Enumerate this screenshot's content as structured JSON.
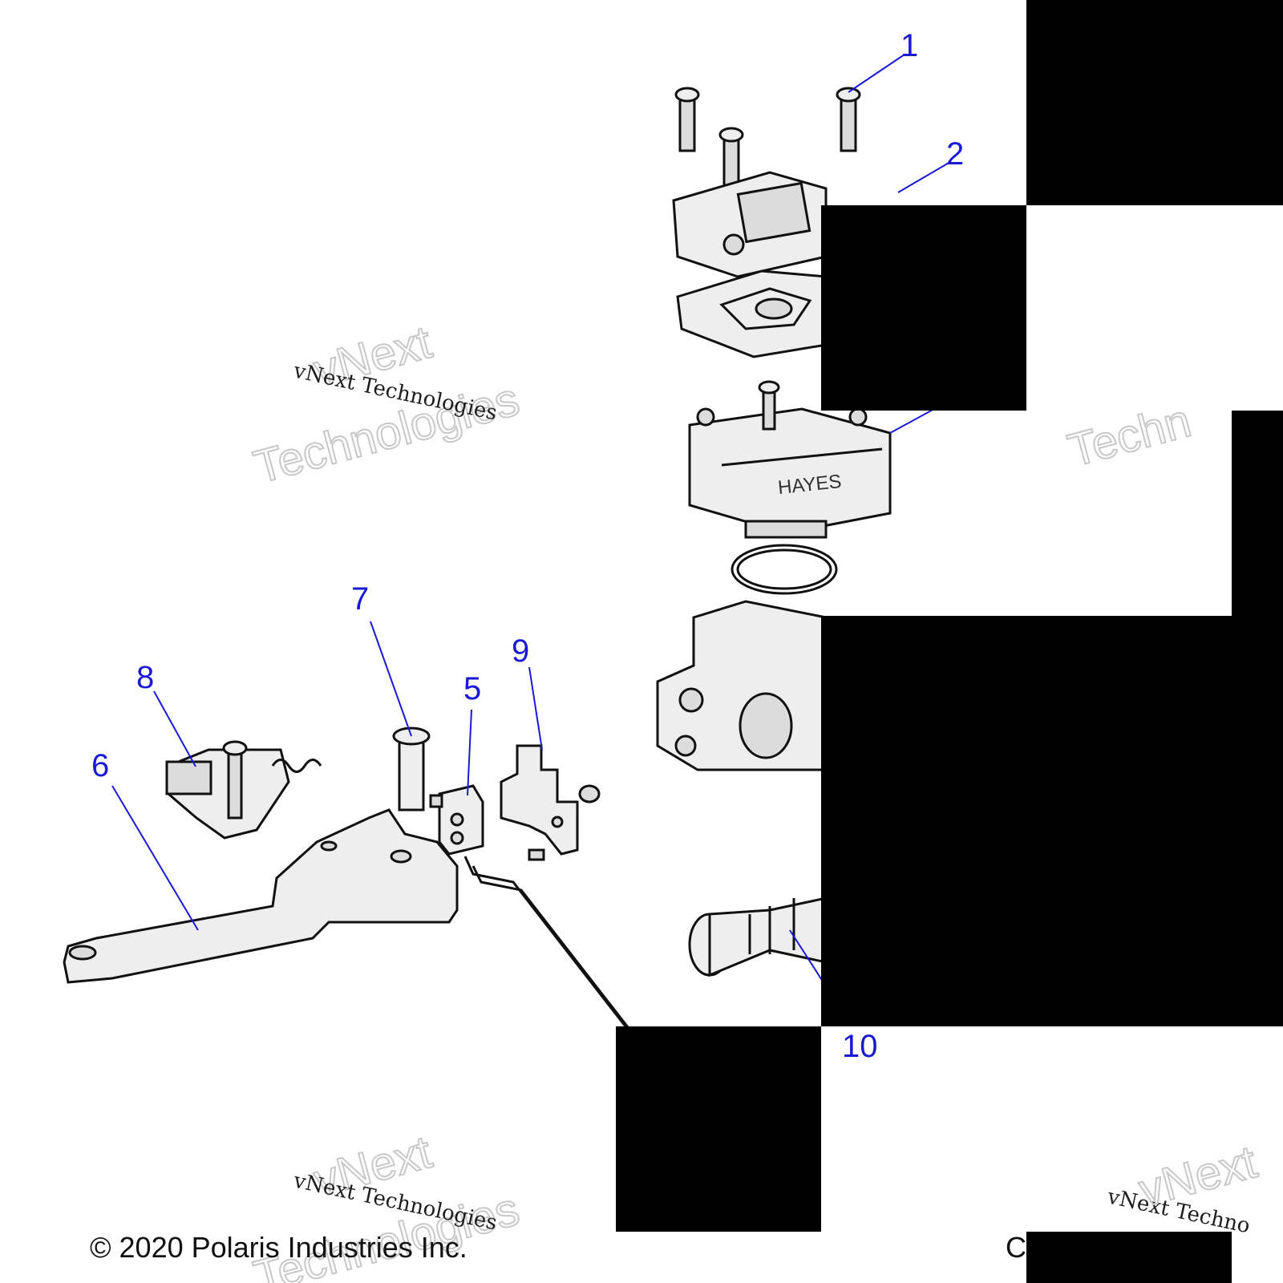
{
  "diagram": {
    "callouts": [
      "1",
      "2",
      "5",
      "6",
      "7",
      "8",
      "9",
      "10"
    ],
    "brand_text": "HAYES",
    "watermarks": {
      "small": "vNext Technologies",
      "big_line1": "vNext",
      "big_line2": "Technologies",
      "partial_big": "Techn",
      "partial_small": "vNext Techno",
      "partial_big2": "vNext"
    },
    "copyright": "© 2020 Polaris Industries Inc.",
    "figure_id_partial": "C"
  },
  "colors": {
    "callout": "#1a1ad6",
    "part_fill": "#dcdcdc",
    "outline": "#111111",
    "redaction": "#000000"
  }
}
